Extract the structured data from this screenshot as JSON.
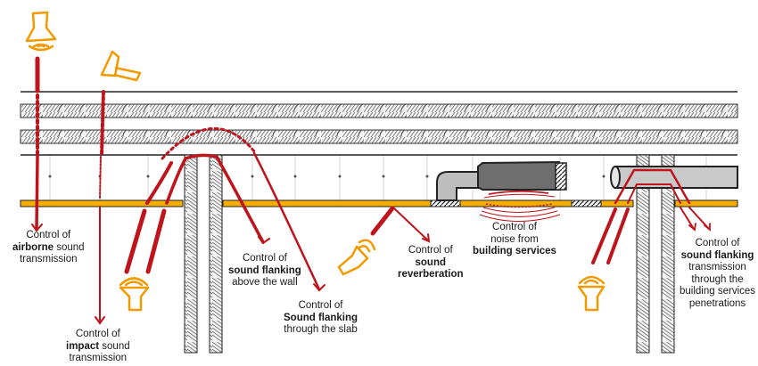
{
  "diagram": {
    "title": "Acoustic control paths in mass timber construction",
    "colors": {
      "sound_path": "#c0141c",
      "source_icon": "#f29a00",
      "ceiling_board": "#f5ad00",
      "timber_hatch": "#555555",
      "duct": "#6e6e6e",
      "pipe": "#c9c9c9",
      "outline": "#1a1a1a"
    },
    "labels": {
      "airborne": {
        "line1": "Control of",
        "bold": "airborne",
        "rest": " sound",
        "line3": "transmission"
      },
      "impact": {
        "line1": "Control of",
        "bold": "impact",
        "rest": " sound",
        "line3": "transmission"
      },
      "flanking_wall": {
        "line1": "Control of",
        "bold": "sound flanking",
        "line3": "above the wall"
      },
      "flanking_slab": {
        "line1": "Control of",
        "bold": "Sound flanking",
        "line3": "through the slab"
      },
      "reverberation": {
        "line1": "Control of",
        "bold1": "sound",
        "bold2": "reverberation"
      },
      "building_services": {
        "line1": "Control of",
        "line2": "noise from",
        "bold": "building services"
      },
      "penetrations": {
        "line1": "Control of",
        "bold": "sound flanking",
        "line3": "transmission",
        "line4": "through the",
        "line5": "building services",
        "line6": "penetrations"
      }
    },
    "icons": [
      "speaker-source-airborne",
      "hammer-impact-source",
      "speaker-receiver-left",
      "speaker-reverberation",
      "speaker-receiver-right"
    ]
  }
}
